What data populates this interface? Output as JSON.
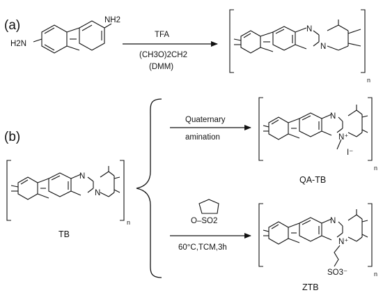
{
  "panels": {
    "a": {
      "label": "(a)"
    },
    "b": {
      "label": "(b)"
    }
  },
  "reaction_a": {
    "reactant_amine_left": "H2N",
    "reactant_amine_right": "NH2",
    "reagent_top": "TFA",
    "reagent_bottom_1": "(CH3O)2CH2",
    "reagent_bottom_2": "(DMM)"
  },
  "reaction_b": {
    "start_name": "TB",
    "upper_reagent_1": "Quaternary",
    "upper_reagent_2": "amination",
    "upper_product_name": "QA-TB",
    "upper_counterion": "I⁻",
    "lower_reagent_ring": "O–SO2",
    "lower_conditions": "60°C,TCM,3h",
    "lower_product_name": "ZTB",
    "lower_group": "SO3⁻"
  },
  "atoms": {
    "nitrogen": "N",
    "nitrogen_cation": "N⁺",
    "repeat_subscript": "n"
  }
}
